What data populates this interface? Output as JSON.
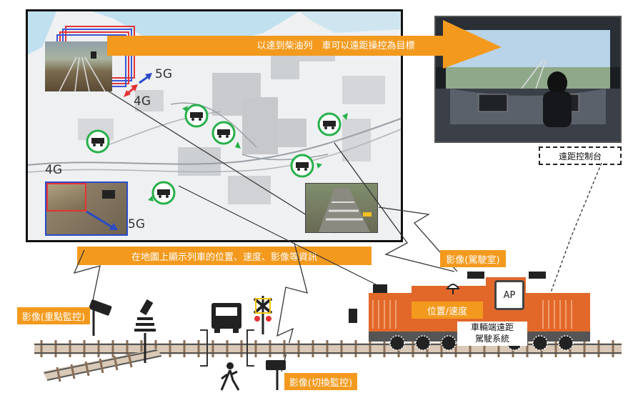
{
  "top_arrow_label": "以達到柴油列　車可以遠距操控為目標",
  "map_caption": "在地圖上顯示列車的位置、速度、影像等資訊",
  "network_labels": {
    "a5g_top": "5G",
    "a4g_top": "4G",
    "a4g_left": "4G",
    "a5g_bottom": "5G"
  },
  "remote_console_label": "遠距控制台",
  "callouts": {
    "cab_video": "影像(駕駛室)",
    "position_speed": "位置/速度",
    "vehicle_system_line1": "車輛端遠距",
    "vehicle_system_line2": "駕駛系統",
    "fixed_point_video": "影像(重點監控)",
    "switching_video": "影像(切換監控)"
  },
  "ap_label": "AP",
  "colors": {
    "orange": "#f39a1e",
    "locomotive": "#e2682a",
    "green_marker": "#27b04a",
    "map_bg": "#eef0f2"
  }
}
